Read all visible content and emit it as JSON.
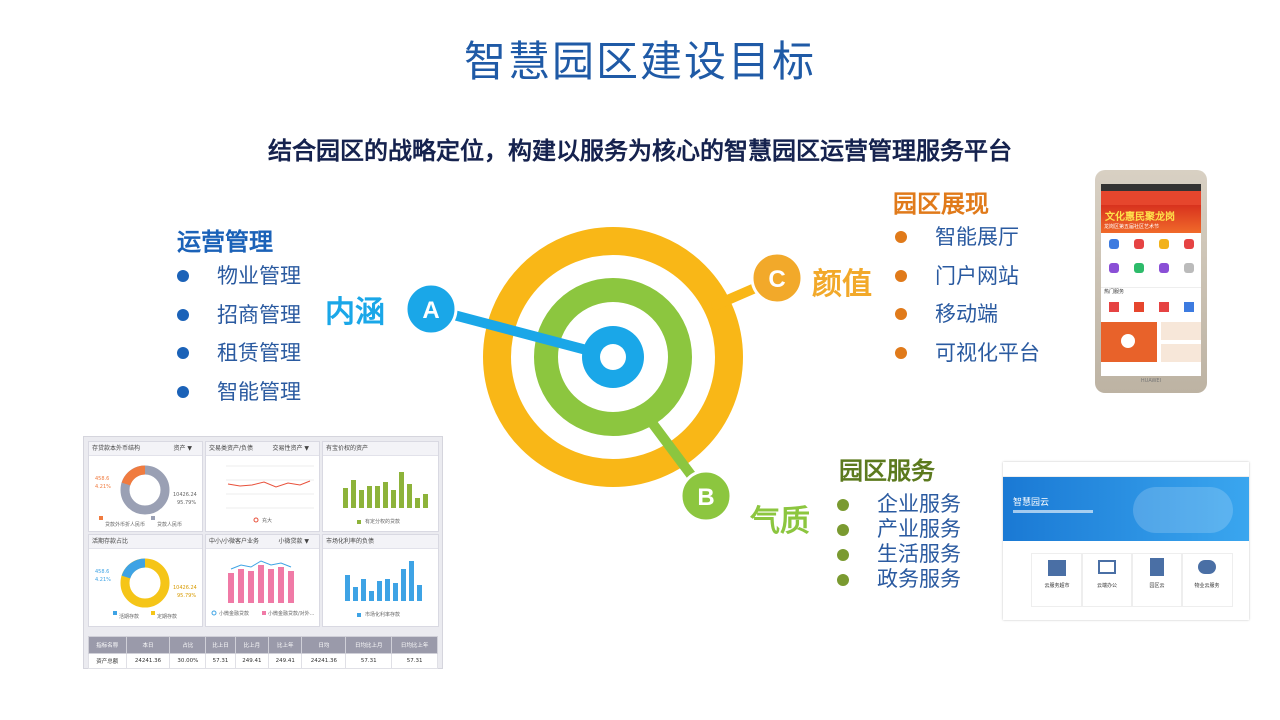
{
  "title": "智慧园区建设目标",
  "subtitle": "结合园区的战略定位，构建以服务为核心的智慧园区运营管理服务平台",
  "operations": {
    "heading": "运营管理",
    "items": [
      "物业管理",
      "招商管理",
      "租赁管理",
      "智能管理"
    ]
  },
  "display": {
    "heading": "园区展现",
    "items": [
      "智能展厅",
      "门户网站",
      "移动端",
      "可视化平台"
    ]
  },
  "services": {
    "heading": "园区服务",
    "items": [
      "企业服务",
      "产业服务",
      "生活服务",
      "政务服务"
    ]
  },
  "target": {
    "a": {
      "letter": "A",
      "label": "内涵"
    },
    "b": {
      "letter": "B",
      "label": "气质"
    },
    "c": {
      "letter": "C",
      "label": "颜值"
    }
  },
  "colors": {
    "title": "#1f5aa6",
    "ops_heading": "#1b62b8",
    "display_heading": "#e07a1a",
    "services_heading": "#5c7a1e",
    "ring_outer": "#f9b717",
    "ring_middle": "#8cc63f",
    "ring_center": "#1aa7e8",
    "label_a": "#1aa7e8",
    "label_b": "#8cc63f",
    "label_c": "#f2a92a"
  },
  "dashboard": {
    "panels": [
      {
        "title": "存贷款本外币结构",
        "select": "资产 ▼",
        "v1": "458.6",
        "v2": "4.21%",
        "v3": "10426.24",
        "v4": "95.79%",
        "legend": [
          "贷款外币折人民币",
          "贷款人民币"
        ]
      },
      {
        "title": "交易类资产/负债",
        "select": "交易性资产 ▼",
        "legend": [
          "充大"
        ]
      },
      {
        "title": "有宝价权的资产",
        "legend": [
          "有定分权的贷款"
        ]
      },
      {
        "title": "活期存款占比",
        "v1": "458.6",
        "v2": "4.21%",
        "v3": "10426.24",
        "v4": "95.79%",
        "legend": [
          "活期存款",
          "定期存款"
        ]
      },
      {
        "title": "中小/小微客户业务",
        "select": "小微贷款 ▼",
        "legend": [
          "小微金融贷款",
          "小微金融贷款/对外..."
        ]
      },
      {
        "title": "市场化利率的负债",
        "legend": [
          "市场化利率存款"
        ]
      }
    ],
    "table": {
      "headers": [
        "指标名称",
        "本日",
        "占比",
        "比上日",
        "比上月",
        "比上年",
        "日均",
        "日均比上月",
        "日均比上年"
      ],
      "row": [
        "资产总额",
        "24241.36",
        "30.00%",
        "57.31",
        "249.41",
        "249.41",
        "24241.36",
        "57.31",
        "57.31"
      ]
    }
  },
  "phone": {
    "banner": "文化惠民聚龙岗",
    "sub": "龙岗区第五届社区艺术节",
    "menu": [
      "热门服务"
    ],
    "brand": "HUAWEI"
  },
  "website": {
    "brand": "智慧园云",
    "cards": [
      "云服务超市",
      "云端办公",
      "园区云",
      "物业云服务"
    ]
  }
}
